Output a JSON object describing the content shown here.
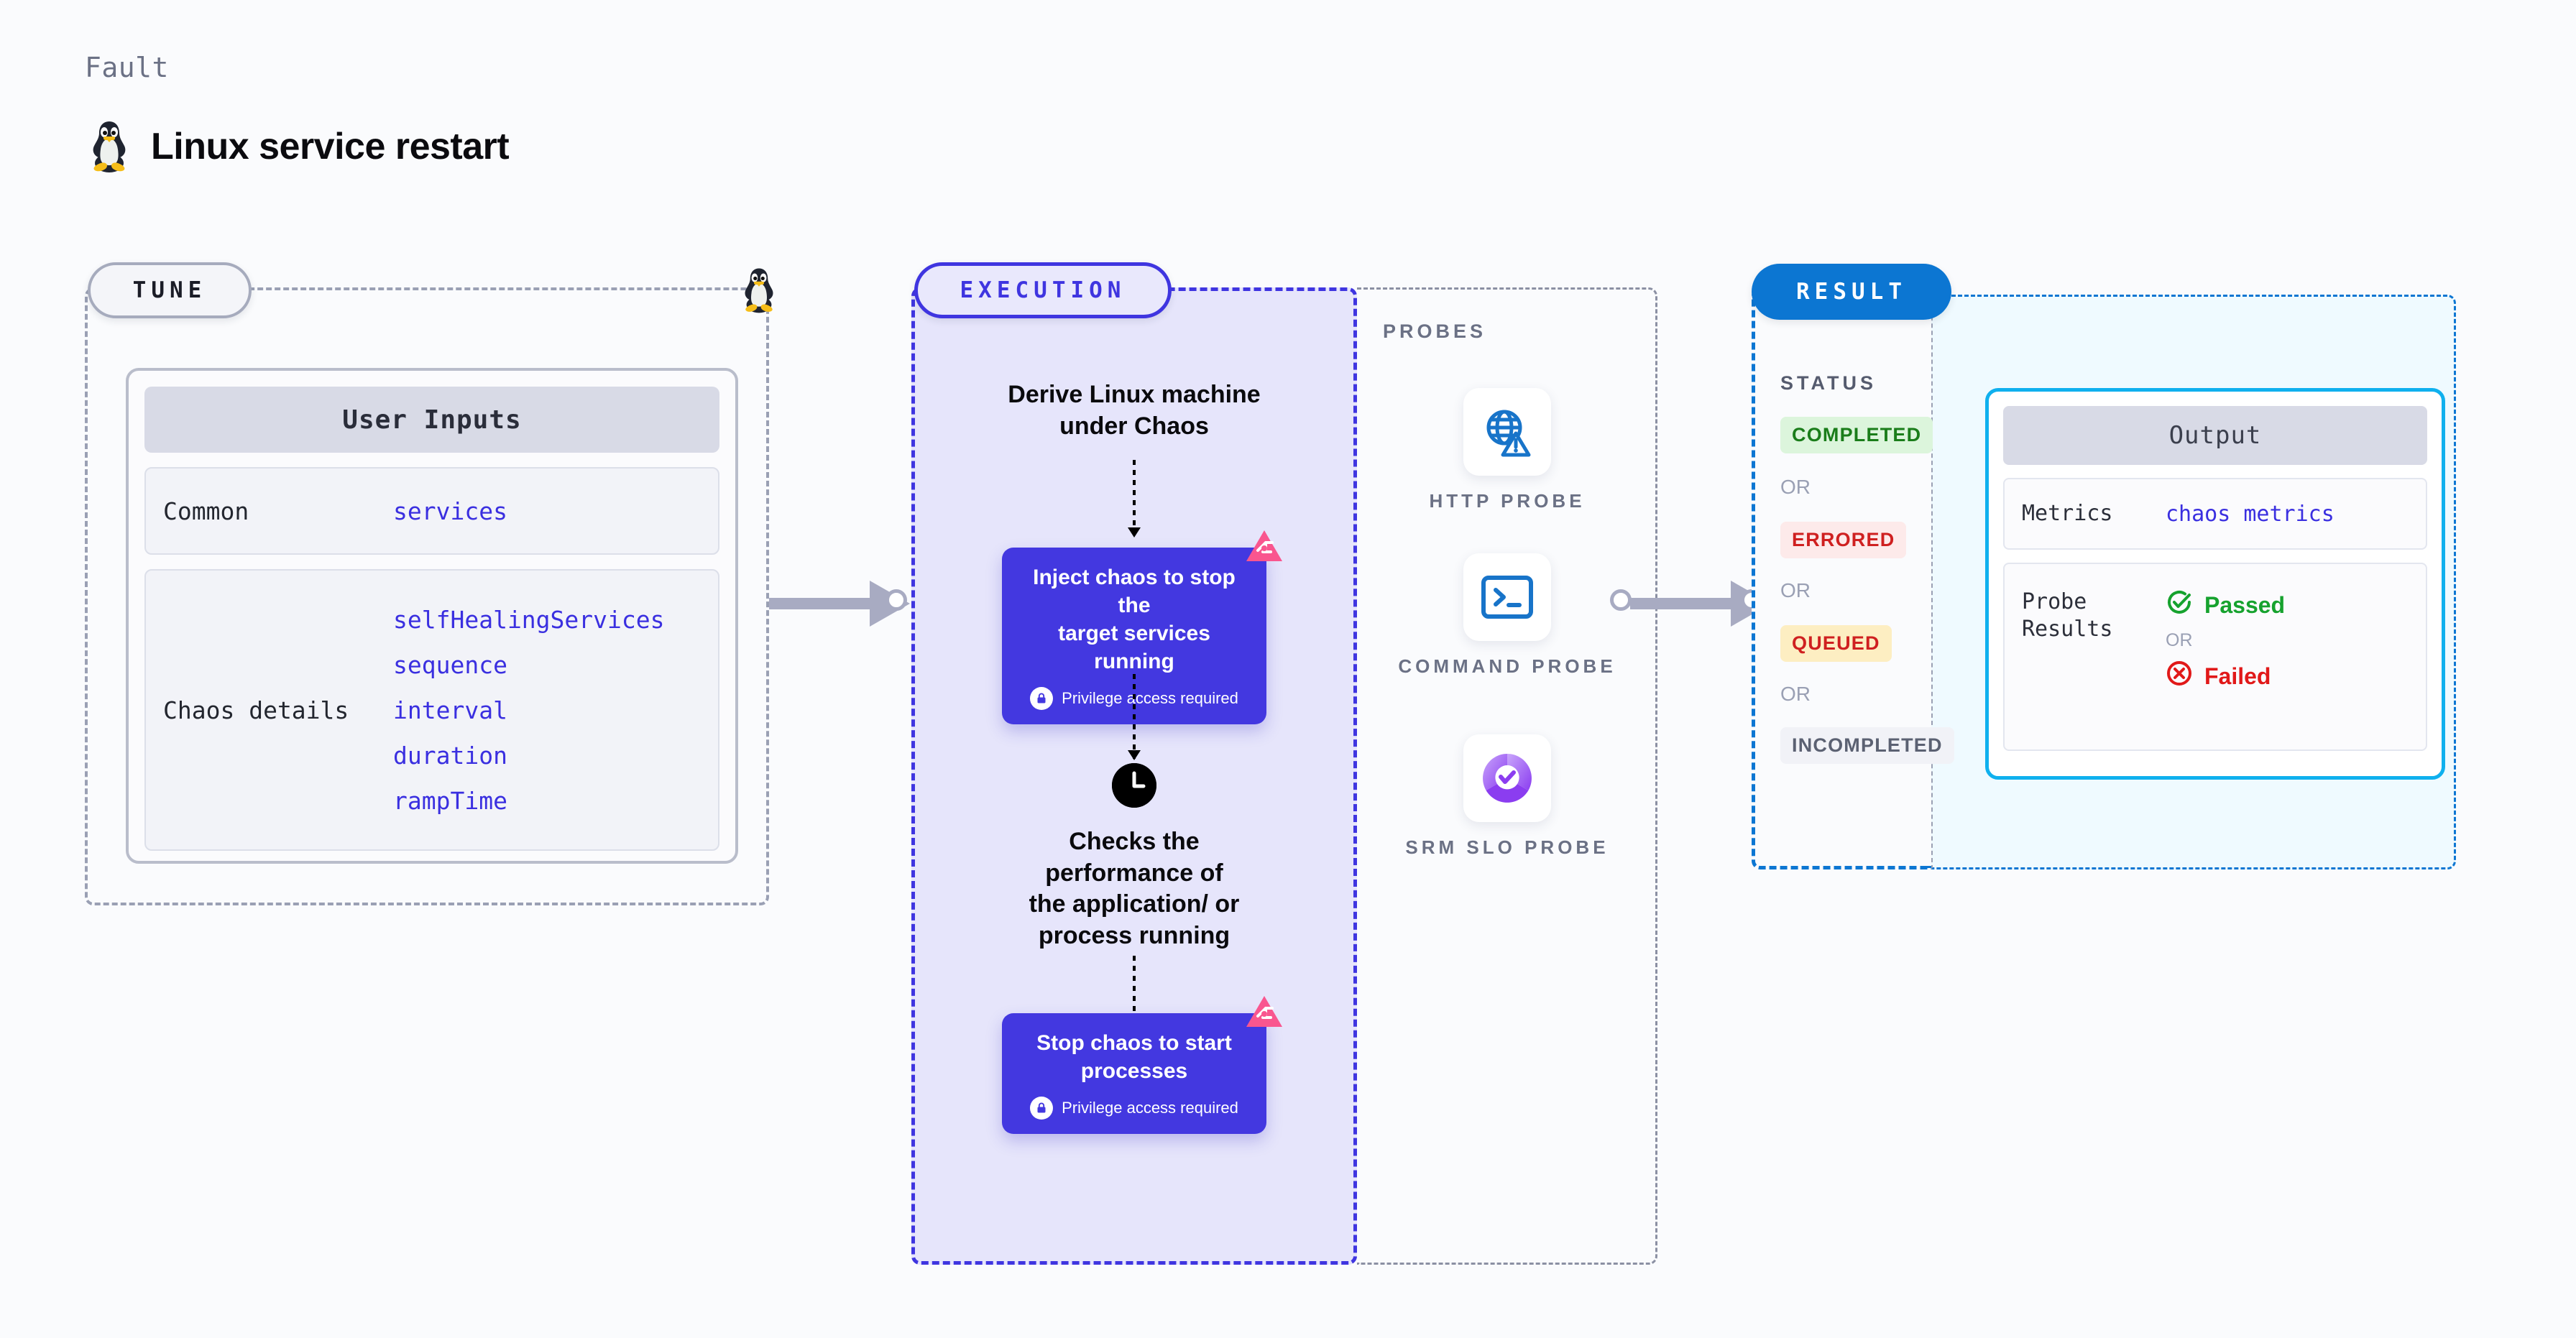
{
  "header": {
    "kicker": "Fault",
    "title": "Linux service restart",
    "icon": "linux-penguin-icon"
  },
  "tune": {
    "pill_label": "TUNE",
    "border_icon": "linux-penguin-icon",
    "user_inputs": {
      "header": "User Inputs",
      "rows": [
        {
          "label": "Common",
          "values": [
            "services"
          ]
        },
        {
          "label": "Chaos details",
          "values": [
            "selfHealingServices",
            "sequence",
            "interval",
            "duration",
            "rampTime"
          ]
        }
      ]
    }
  },
  "execution": {
    "pill_label": "EXECUTION",
    "step1_title": "Derive Linux machine\nunder Chaos",
    "card1": {
      "title": "Inject chaos to stop the\ntarget services running",
      "sub": "Privilege access required",
      "lock_icon": "lock-icon",
      "corner_icon": "harness-chaos-logo-icon"
    },
    "step2_title": "Checks the\nperformance of\nthe application/ or\nprocess running",
    "clock_icon": "clock-icon",
    "card2": {
      "title": "Stop chaos to start\nprocesses",
      "sub": "Privilege access required",
      "lock_icon": "lock-icon",
      "corner_icon": "harness-chaos-logo-icon"
    }
  },
  "probes": {
    "label": "PROBES",
    "items": [
      {
        "caption": "HTTP PROBE",
        "icon": "globe-warning-icon"
      },
      {
        "caption": "COMMAND PROBE",
        "icon": "terminal-prompt-icon"
      },
      {
        "caption": "SRM SLO PROBE",
        "icon": "slo-donut-check-icon"
      }
    ]
  },
  "result": {
    "pill_label": "RESULT",
    "status_label": "STATUS",
    "or_label": "OR",
    "statuses": [
      {
        "text": "COMPLETED",
        "color": "#1a7d1a",
        "bg": "#dcf5dc"
      },
      {
        "text": "ERRORED",
        "color": "#cf2020",
        "bg": "#fdeaea"
      },
      {
        "text": "QUEUED",
        "color": "#cf2020",
        "bg": "#fdeec2"
      },
      {
        "text": "INCOMPLETED",
        "color": "#5b6172",
        "bg": "#f1f2f7"
      }
    ],
    "output": {
      "header": "Output",
      "metrics_label": "Metrics",
      "metrics_value": "chaos metrics",
      "probe_results_label": "Probe\nResults",
      "passed_label": "Passed",
      "failed_label": "Failed",
      "or_label": "OR",
      "passed_icon": "check-circle-icon",
      "failed_icon": "x-circle-icon"
    }
  },
  "colors": {
    "accent_purple": "#4338e0",
    "accent_blue": "#0c76d2",
    "accent_cyan": "#0fb0ee",
    "accent_pink": "#f9568f",
    "value_blue": "#3a2fe0",
    "muted": "#6b7185",
    "page_bg": "#fafbfd"
  }
}
